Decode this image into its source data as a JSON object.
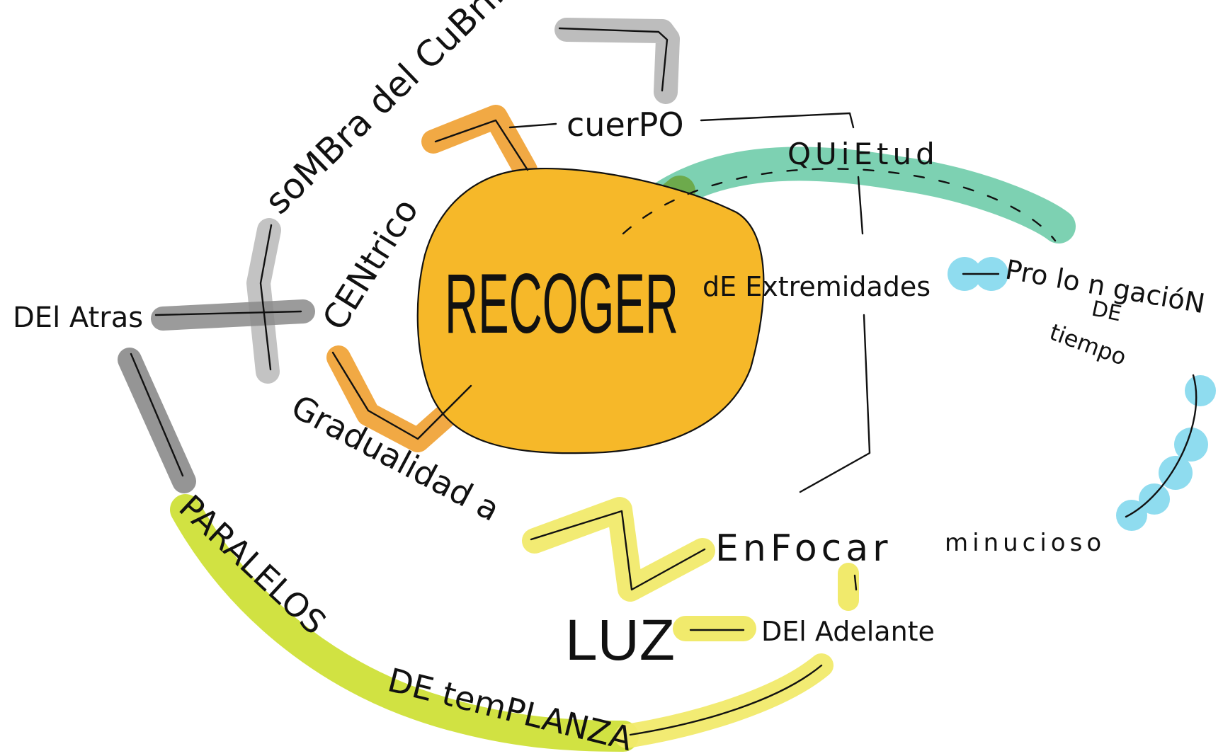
{
  "center": {
    "label": "RECOGER"
  },
  "nodes": {
    "sombra": "soMBra del CuBrir",
    "centrico": "CENtrico",
    "cuerpo": "cuerPO",
    "quietud": "QUiEtud",
    "extremidades": "dE Extremidades",
    "prolongacion": "Pro lo n gacióN",
    "de": "DE",
    "tiempo": "tiempo",
    "del_atras": "DEl Atras",
    "gradualidad": "Gradualidad a",
    "enfocar": "EnFocar",
    "minucioso": "minucioso",
    "luz": "LUZ",
    "del_adelante": "DEl Adelante",
    "paralelos": "PARALELOS",
    "de_templanza": "DE temPLANZA"
  },
  "colors": {
    "center_fill": "#f6b829",
    "orange": "#f0a030",
    "green": "#6fccaa",
    "dark_green": "#6aa339",
    "blue": "#8fdcef",
    "gray": "#bdbdbd",
    "dark_gray": "#8a8a8a",
    "yellow": "#f1ea6c",
    "lime": "#cfe038",
    "ink": "#111111"
  }
}
